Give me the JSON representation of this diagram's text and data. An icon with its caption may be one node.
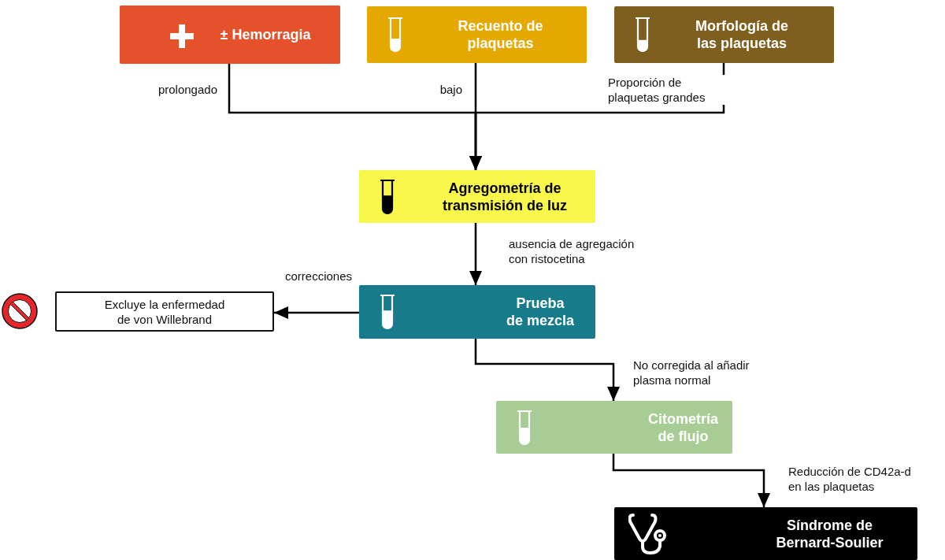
{
  "diagram": {
    "nodes": [
      {
        "text": [
          "± Hemorragia"
        ]
      },
      {
        "text": [
          "Recuento de plaquetas"
        ]
      },
      {
        "text": [
          "Morfología de las plaquetas"
        ]
      },
      {
        "text": [
          "Agregometría de transmisión de luz"
        ]
      },
      {
        "text": [
          "Prueba de mezcla"
        ]
      },
      {
        "text": [
          "Excluye la enfermedad de von Willebrand"
        ]
      },
      {
        "text": [
          "Citometría de flujo"
        ]
      },
      {
        "text": [
          "Síndrome de Bernard-Soulier"
        ]
      }
    ],
    "edges": [
      {
        "from": 0,
        "to": 3,
        "arrow": "to",
        "label": "prolongado"
      },
      {
        "from": 1,
        "to": 3,
        "arrow": "to",
        "label": "bajo"
      },
      {
        "from": 2,
        "to": 3,
        "arrow": "to",
        "label": "Proporción de plaquetas grandes"
      },
      {
        "from": 3,
        "to": 4,
        "arrow": "to",
        "label": "ausencia de agregación con ristocetina"
      },
      {
        "from": 4,
        "to": 5,
        "arrow": "to",
        "label": "correcciones"
      },
      {
        "from": 4,
        "to": 6,
        "arrow": "to",
        "label": "No corregida al añadir plasma normal"
      },
      {
        "from": 6,
        "to": 7,
        "arrow": "to",
        "label": "Reducción de CD42a-d en las plaquetas"
      }
    ]
  }
}
